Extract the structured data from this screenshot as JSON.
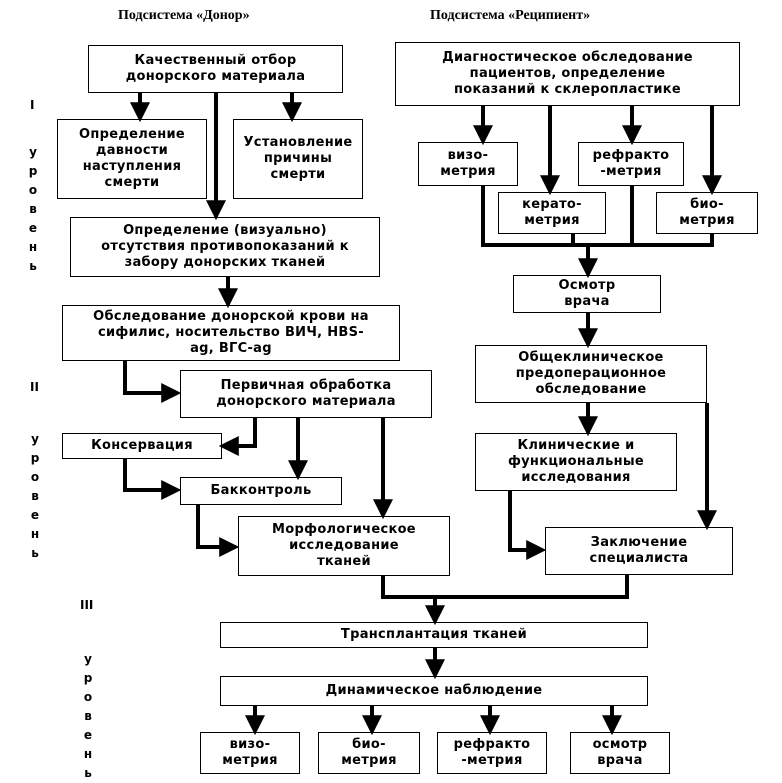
{
  "headers": {
    "donor": "Подсистема «Донор»",
    "recipient": "Подсистема «Реципиент»"
  },
  "levels": {
    "level_1": "I",
    "level_2": "II",
    "level_3": "III",
    "word": "уровень"
  },
  "donor": {
    "selection": [
      "Качественный отбор",
      "донорского материала"
    ],
    "death_time": [
      "Определение",
      "давности",
      "наступления",
      "смерти"
    ],
    "death_cause": [
      "Установление",
      "причины",
      "смерти"
    ],
    "contraindications": [
      "Определение (визуально)",
      "отсутствия противопоказаний к",
      "забору донорских тканей"
    ],
    "blood_test": [
      "Обследование донорской крови на",
      "сифилис, носительство ВИЧ, HBS-",
      "ag, ВГС-ag"
    ],
    "primary_processing": [
      "Первичная обработка",
      "донорского материала"
    ],
    "conservation": [
      "Консервация"
    ],
    "bac_control": [
      "Бакконтроль"
    ],
    "morphology": [
      "Морфологическое",
      "исследование",
      "тканей"
    ]
  },
  "recipient": {
    "diagnostics": [
      "Диагностическое обследование",
      "пациентов, определение",
      "показаний к склеропластике"
    ],
    "visometry": [
      "визо-",
      "метрия"
    ],
    "refractometry": [
      "рефракто",
      "-метрия"
    ],
    "keratometry": [
      "керато-",
      "метрия"
    ],
    "biometry": [
      "био-",
      "метрия"
    ],
    "doctor_exam": [
      "Осмотр",
      "врача"
    ],
    "general_exam": [
      "Общеклиническое",
      "предоперационное",
      "обследование"
    ],
    "clinical_studies": [
      "Клинические и",
      "функциональные",
      "исследования"
    ],
    "conclusion": [
      "Заключение",
      "специалиста"
    ]
  },
  "level3": {
    "transplantation": [
      "Трансплантация тканей"
    ],
    "observation": [
      "Динамическое наблюдение"
    ],
    "visometry": [
      "визо-",
      "метрия"
    ],
    "biometry": [
      "био-",
      "метрия"
    ],
    "refractometry": [
      "рефракто",
      "-метрия"
    ],
    "doctor_exam": [
      "осмотр",
      "врача"
    ]
  }
}
